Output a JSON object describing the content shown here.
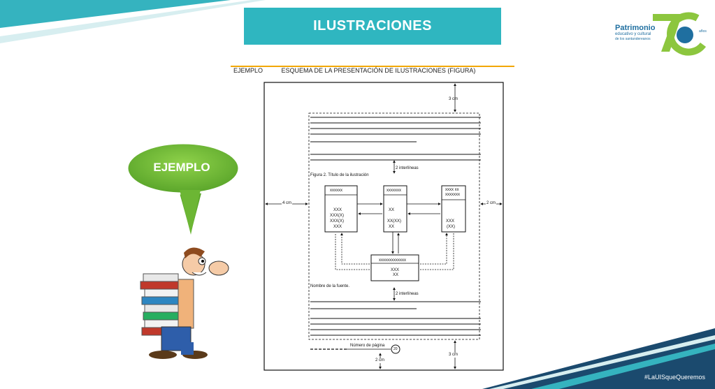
{
  "header": {
    "title": "ILUSTRACIONES"
  },
  "logo": {
    "name": "Patrimonio",
    "line1": "educativo y cultural",
    "line2": "de los santandereanos",
    "badge": "años"
  },
  "footer": {
    "hashtag": "#LaUISqueQueremos"
  },
  "bubble": {
    "label": "EJEMPLO"
  },
  "document": {
    "example_label": "EJEMPLO",
    "heading": "ESQUEMA DE LA PRESENTACIÓN DE ILUSTRACIONES (FIGURA)",
    "top_margin": "3 cm",
    "left_margin": "4 cm",
    "right_margin": "2 cm",
    "bottom_margin_left": "2 cm",
    "bottom_margin_right": "3 cm",
    "spacing_top": "2 interlíneas",
    "spacing_bottom": "2 interlíneas",
    "figure_title": "Figura 2. Título de la ilustración",
    "source": "Nombre de la fuente.",
    "page_number_label": "Número de página",
    "page_number": "20",
    "boxes": {
      "left": {
        "header": "xxxxxx",
        "l1": "XXX",
        "l2": "XXX(X)",
        "l3": "XXX(X)",
        "l4": "XXX"
      },
      "middle": {
        "header": "xxxxxxx",
        "l1": "XX",
        "l2": "XX(XX)",
        "l3": "XX"
      },
      "right": {
        "header1": "xxxx xx",
        "header2": "xxxxxxx",
        "l1": "XXX",
        "l2": "(XX)"
      },
      "bottom": {
        "header": "xxxxxxxxxxxxx",
        "l1": "XXX",
        "l2": "XX"
      }
    }
  }
}
